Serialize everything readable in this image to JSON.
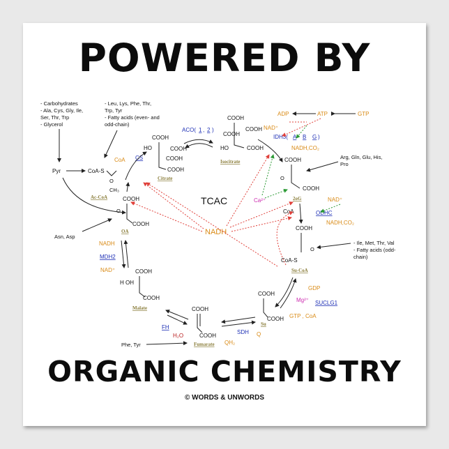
{
  "title_top": "POWERED BY",
  "title_bottom": "ORGANIC CHEMISTRY",
  "copyright": "© WORDS & UNWORDS",
  "center_label": "TCAC",
  "nadh_center": "NADH",
  "sources": {
    "col1": [
      "- Carbohydrates",
      "- Ala, Cys, Gly, Ile,",
      "  Ser, Thr, Trp",
      "- Glycerol"
    ],
    "col2": [
      "- Leu, Lys,  Phe, Thr,",
      "  Trp, Tyr",
      "- Fatty acids (even- and",
      "  odd-chain)"
    ],
    "right1": [
      "Arg, Gln, Glu, His,",
      "Pro"
    ],
    "right2": [
      "- Ile, Met, Thr, Val",
      "- Fatty acids (odd-",
      "  chain)"
    ],
    "left_asn": "Asn, Asp",
    "bottom_phe": "Phe, Tyr"
  },
  "compounds": {
    "acetyl_coa": "Ac-CoA",
    "citrate": "Citrate",
    "isocitrate": "Isocitrate",
    "two_og": "2oG",
    "succinyl_coa": "Su-CoA",
    "succinate": "Su",
    "fumarate": "Fumarate",
    "malate": "Malate",
    "oxaloacetate": "OA",
    "pyruvate": "Pyr"
  },
  "enzymes": {
    "cs": "CS",
    "aco": "ACO(",
    "aco_1": "1",
    "aco_comma": ",",
    "aco_2": "2",
    "aco_close": ")",
    "idh": "IDH3(",
    "idh_a": "A",
    "idh_b": "B",
    "idh_g": "G",
    "idh_close": ")",
    "odhc": "ODHC",
    "suclg1": "SUCLG1",
    "sdh": "SDH",
    "fh": "FH",
    "mdh2": "MDH2"
  },
  "cofactors": {
    "adp": "ADP",
    "atp": "ATP",
    "gtp_top": "GTP",
    "nad_plus": "NAD⁺",
    "nadh_co2": "NADH,CO₂",
    "ca": "Ca²⁺",
    "coa": "CoA",
    "gdp": "GDP",
    "mg": "Mg²⁺",
    "gtp_coa": "GTP , CoA",
    "q": "Q",
    "qh2": "QH₂",
    "h2o": "H₂O",
    "nadh": "NADH"
  },
  "groups": {
    "cooh": "COOH",
    "coa_s": "CoA-S",
    "ch3": "CH₃",
    "ho": "HO",
    "h": "H",
    "oh": "OH"
  },
  "colors": {
    "orange": "#d98a15",
    "blue": "#1d2fb5",
    "magenta": "#cc2cb0",
    "red_dash": "#e0403a",
    "green_dash": "#2c9a35",
    "compound": "#8a7d3a"
  }
}
